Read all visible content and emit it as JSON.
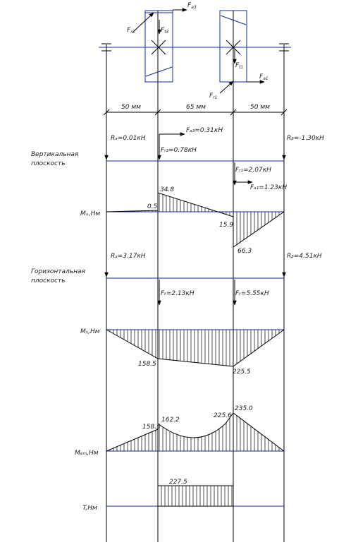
{
  "forces_top": {
    "f_r_gear": "F",
    "f_r_gear_sub": "r3",
    "f_t_gear": "F",
    "f_t_gear_sub": "t3",
    "f_a_gear": "F",
    "f_a_gear_sub": "a3",
    "f_t_pinion": "F",
    "f_t_pinion_sub": "t1",
    "f_a_pinion": "F",
    "f_a_pinion_sub": "a1",
    "f_r_pinion": "F",
    "f_r_pinion_sub": "r1"
  },
  "dimensions": [
    "50 мм",
    "65 мм",
    "50 мм"
  ],
  "vertical": {
    "label_line1": "Вертикальная",
    "label_line2": "плоскость",
    "ra": "Rₐ=0.01кН",
    "fa3": "Fₐ₃=0.31кН",
    "rb": "Rᵦ=-1.30кН",
    "fr3": "Fᵣ₃=0.78кН",
    "fr1": "Fᵣ₁=2.07кН",
    "fa1": "Fₐ₁=1.23кН"
  },
  "moment_x": {
    "label": "Мₓ,Нм",
    "v_left_small": "0.5",
    "v_peak": "34.8",
    "v_mid": "15.9",
    "v_low": "66.3"
  },
  "horizontal": {
    "label_line1": "Горизонтальная",
    "label_line2": "плоскость",
    "ra": "Rₐ=3.17кН",
    "rb": "Rᵦ=4.51кН",
    "ft3": "Fₜ=2.13кН",
    "ft1": "Fₜ=5.55кН"
  },
  "moment_y": {
    "label": "Mᵧ,Нм",
    "v1": "158.5",
    "v2": "225.5"
  },
  "moment_sum": {
    "label": "Mₑₘ,Нм",
    "v1": "158.5",
    "v2": "162.2",
    "v3": "225.6",
    "v4": "235.0"
  },
  "torque": {
    "label": "T,Нм",
    "value": "227.5"
  },
  "colors": {
    "line": "#000000",
    "force": "#1428a0"
  }
}
